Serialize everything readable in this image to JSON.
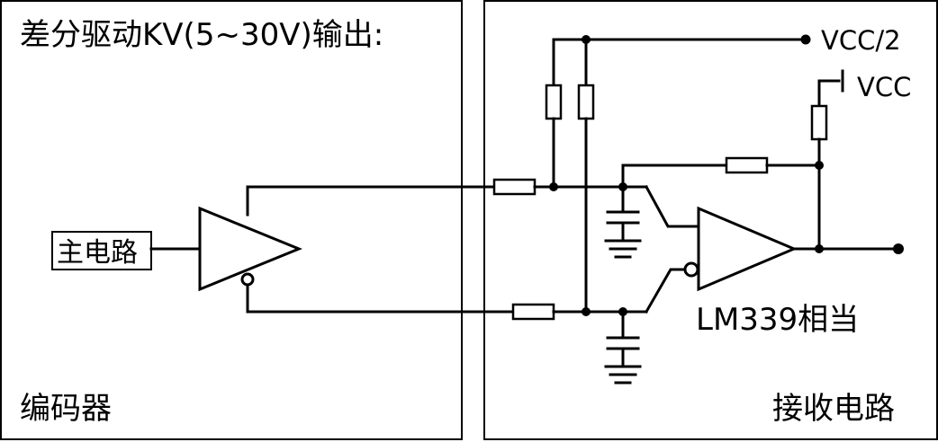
{
  "encoder": {
    "title": "差分驱动KV(5~30V)输出:",
    "main_circuit_label": "主电路",
    "footer_label": "编码器"
  },
  "receiver": {
    "vcc_half_label": "VCC/2",
    "vcc_label": "VCC",
    "comparator_label": "LM339相当",
    "footer_label": "接收电路"
  }
}
